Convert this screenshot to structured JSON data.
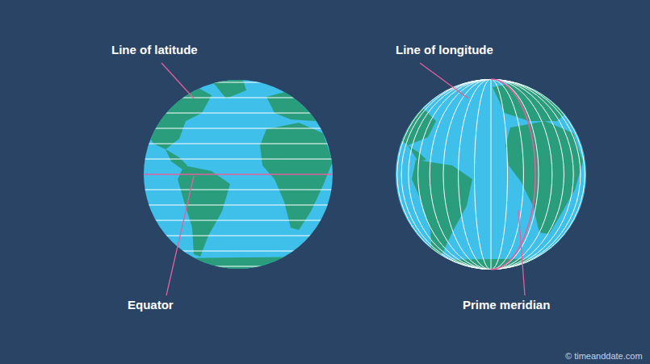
{
  "diagram": {
    "labels": [
      "Line of latitude",
      "Equator",
      "Line of longitude",
      "Prime meridian",
      "© timeanddate.com"
    ]
  }
}
